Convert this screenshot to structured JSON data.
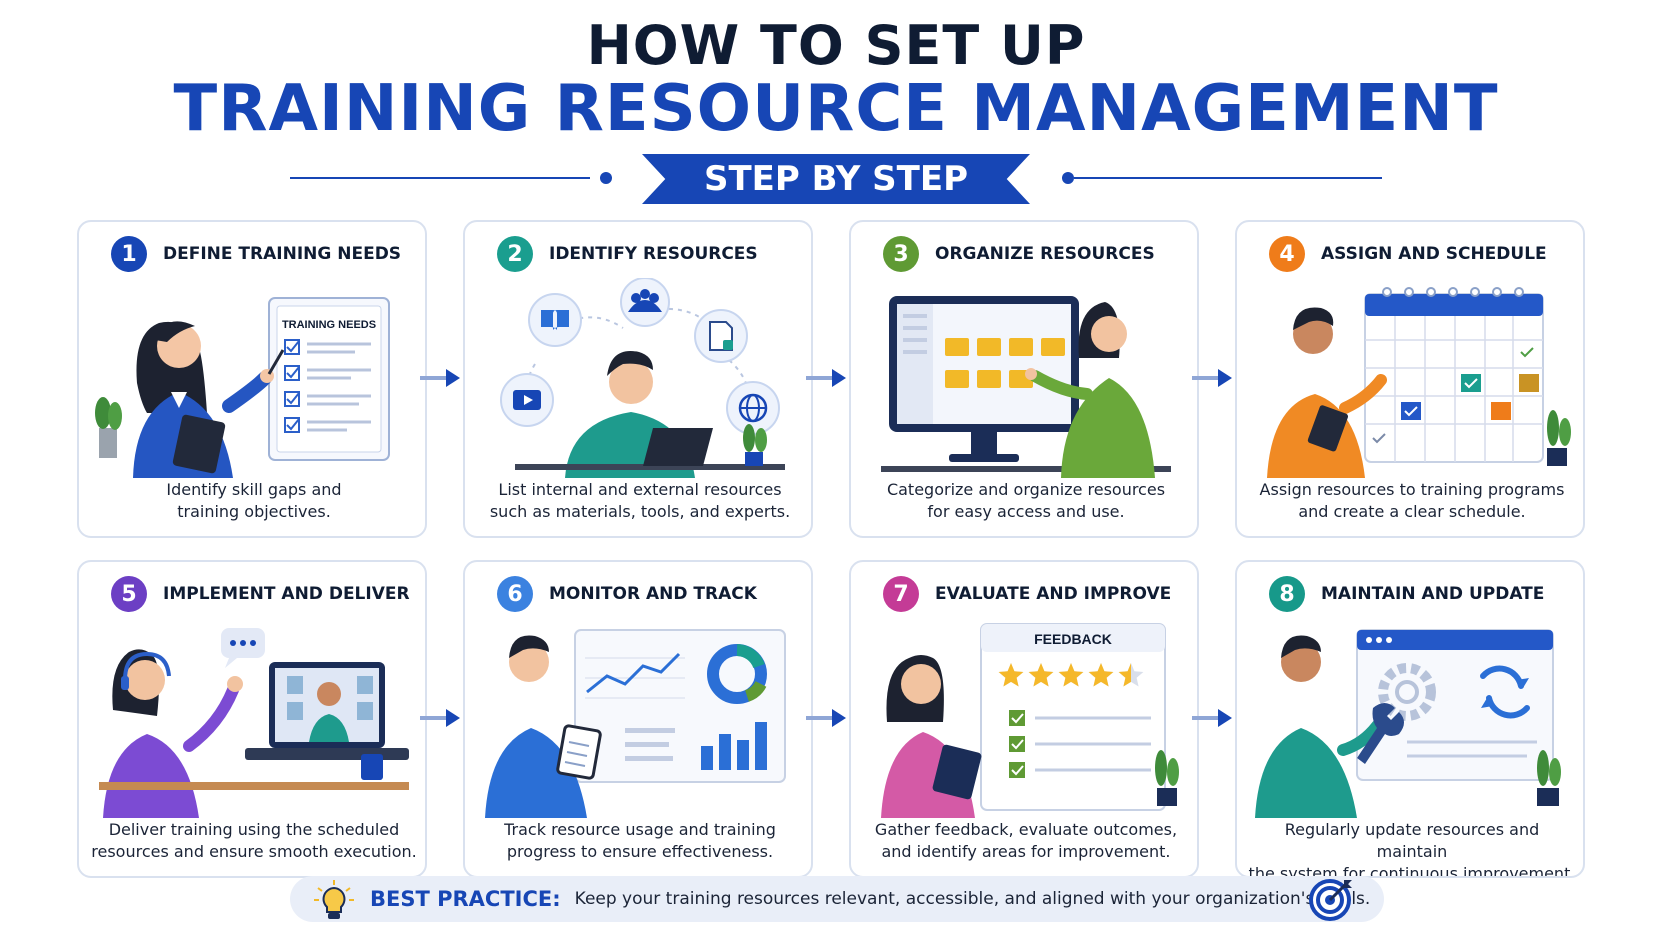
{
  "header": {
    "line1": "HOW TO SET UP",
    "line2": "TRAINING RESOURCE MANAGEMENT",
    "banner": "STEP BY STEP"
  },
  "steps": [
    {
      "number": "1",
      "title": "DEFINE  TRAINING NEEDS",
      "description_l1": "Identify skill gaps and",
      "description_l2": "training objectives.",
      "panel_label": "TRAINING NEEDS",
      "color": "#1746b5"
    },
    {
      "number": "2",
      "title": "IDENTIFY RESOURCES",
      "description_l1": "List internal and external resources",
      "description_l2": "such as materials, tools, and experts.",
      "color": "#1a9e8f"
    },
    {
      "number": "3",
      "title": "ORGANIZE RESOURCES",
      "description_l1": "Categorize and organize resources",
      "description_l2": "for easy access and use.",
      "color": "#5f9a34"
    },
    {
      "number": "4",
      "title": "ASSIGN AND SCHEDULE",
      "description_l1": "Assign resources to training programs",
      "description_l2": "and create a clear schedule.",
      "color": "#ef7c1a"
    },
    {
      "number": "5",
      "title": "IMPLEMENT AND DELIVER",
      "description_l1": "Deliver training using the scheduled",
      "description_l2": "resources and ensure smooth execution.",
      "color": "#6c3fc4"
    },
    {
      "number": "6",
      "title": "MONITOR AND TRACK",
      "description_l1": "Track resource usage and training",
      "description_l2": "progress to ensure effectiveness.",
      "color": "#3b82e0"
    },
    {
      "number": "7",
      "title": "EVALUATE AND IMPROVE",
      "description_l1": "Gather feedback, evaluate outcomes,",
      "description_l2": "and identify areas for improvement.",
      "panel_label": "FEEDBACK",
      "rating": 4.5,
      "color": "#c43b96"
    },
    {
      "number": "8",
      "title": "MAINTAIN AND UPDATE",
      "description_l1": "Regularly update resources and maintain",
      "description_l2": "the system for continuous improvement.",
      "color": "#17998a"
    }
  ],
  "best_practice": {
    "label": "BEST PRACTICE:",
    "text": "Keep your training resources relevant, accessible, and aligned with your organization's goals."
  },
  "colors": {
    "primary": "#1746b5",
    "heading": "#0f1c33",
    "arrow": "#1746b5",
    "card_border": "#d9e1ef"
  }
}
